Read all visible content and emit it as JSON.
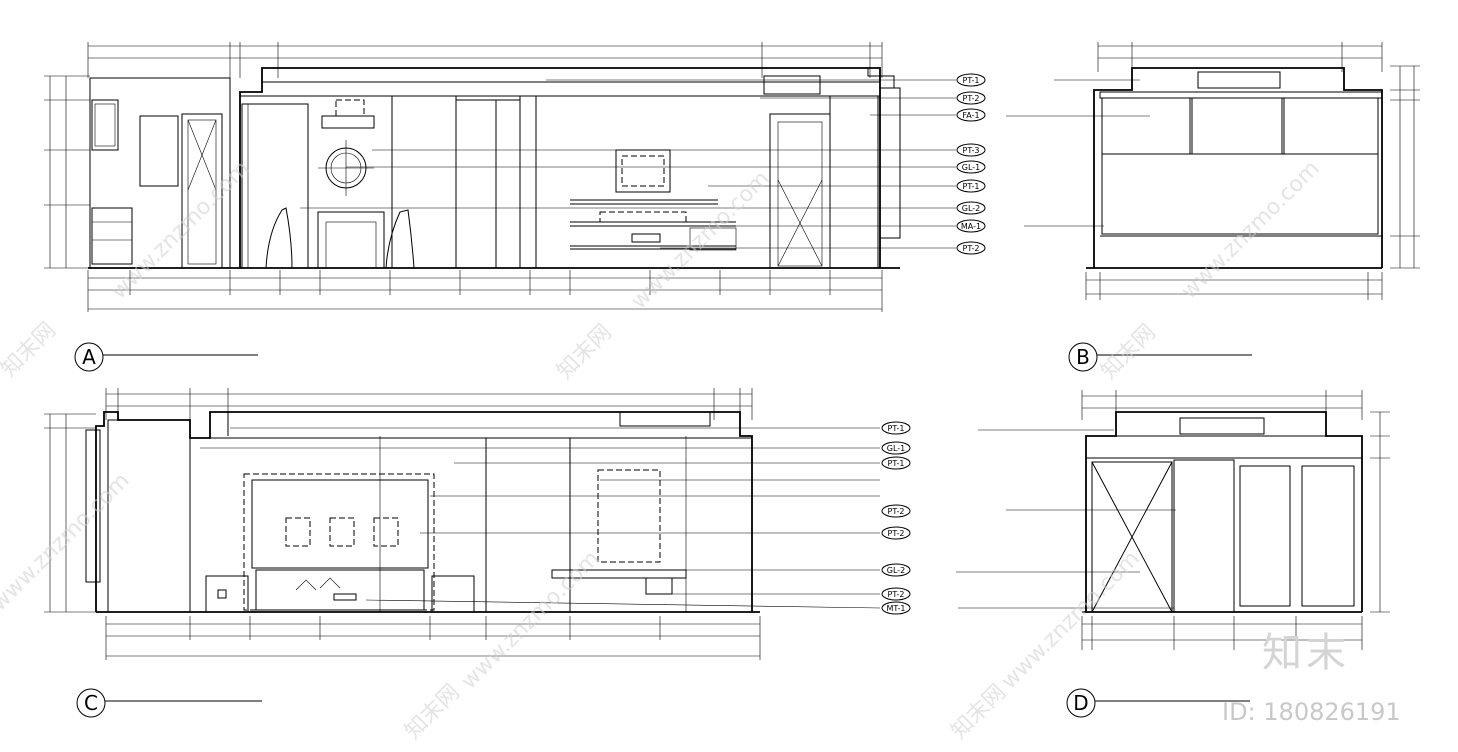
{
  "elevations": [
    {
      "id": "A",
      "tags": [
        "PT-1",
        "PT-2",
        "FA-1",
        "PT-3",
        "GL-1",
        "PT-1",
        "GL-2",
        "MA-1",
        "PT-2"
      ]
    },
    {
      "id": "B",
      "tags": []
    },
    {
      "id": "C",
      "tags": [
        "PT-1",
        "GL-1",
        "PT-1",
        "PT-2",
        "PT-2",
        "GL-2",
        "PT-2",
        "MT-1"
      ]
    },
    {
      "id": "D",
      "tags": []
    }
  ],
  "watermark": {
    "brand": "知末",
    "url": "www.znzmo.com",
    "site": "知末网"
  },
  "image_id": "ID: 180826191"
}
